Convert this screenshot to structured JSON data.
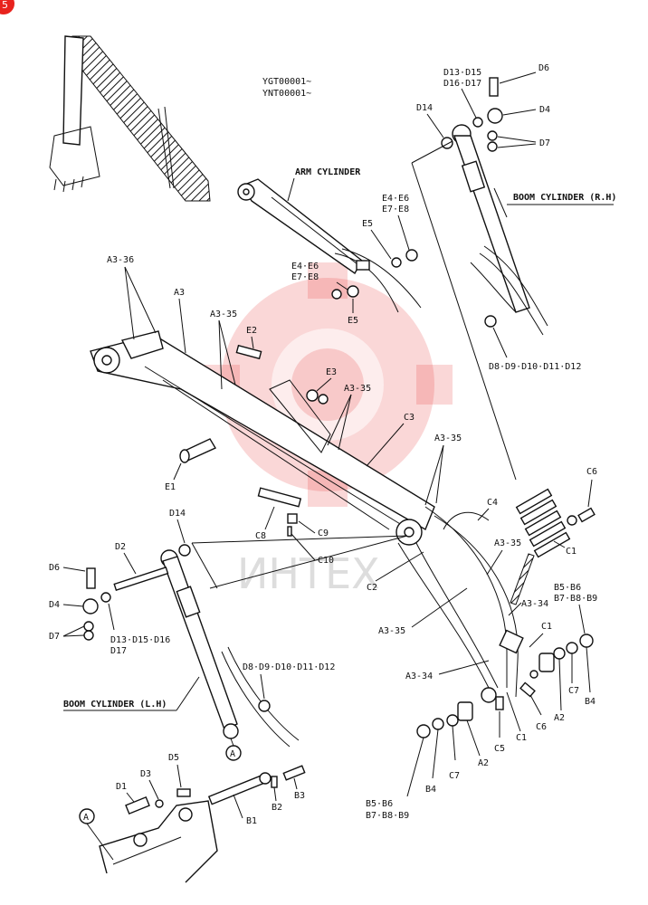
{
  "header": {
    "serial_1": "YGT00001~",
    "serial_2": "YNT00001~"
  },
  "titles": {
    "arm_cylinder": "ARM CYLINDER",
    "boom_cylinder_rh": "BOOM CYLINDER (R.H)",
    "boom_cylinder_lh": "BOOM CYLINDER (L.H)"
  },
  "watermark": {
    "text": "ИНТЕХ",
    "color": "#e84a4a"
  },
  "callouts": {
    "a3_36": "A3-36",
    "a3": "A3",
    "a3_35_top": "A3-35",
    "e2": "E2",
    "e3": "E3",
    "a3_35_mid": "A3-35",
    "c3": "C3",
    "a3_35_right": "A3-35",
    "e1": "E1",
    "c8": "C8",
    "c9": "C9",
    "c10": "C10",
    "c4": "C4",
    "c6_top": "C6",
    "c1_top": "C1",
    "a3_35_r2": "A3-35",
    "c2": "C2",
    "a3_34_top": "A3-34",
    "c1_mid": "C1",
    "b5b6_top": "B5·B6",
    "b7b9_top": "B7·B8·B9",
    "a3_35_bot": "A3-35",
    "a3_34_bot": "A3-34",
    "c7_right": "C7",
    "a2_right": "A2",
    "b4_right": "B4",
    "c6_bot": "C6",
    "c1_bot": "C1",
    "c5": "C5",
    "a2_bot": "A2",
    "c7_bot": "C7",
    "b4_bot": "B4",
    "b5b6_bot": "B5·B6",
    "b7b9_bot": "B7·B8·B9",
    "e4e6_a": "E4·E6",
    "e7e8_a": "E7·E8",
    "e5_a": "E5",
    "e4e6_b": "E4·E6",
    "e7e8_b": "E7·E8",
    "e5_b": "E5",
    "d13d15_top": "D13·D15",
    "d16d17_top": "D16·D17",
    "d6_top": "D6",
    "d14_top": "D14",
    "d4_top": "D4",
    "d7_top": "D7",
    "d8d12_top": "D8·D9·D10·D11·D12",
    "d14_left": "D14",
    "d2": "D2",
    "d6_left": "D6",
    "d4_left": "D4",
    "d7_left": "D7",
    "d13d16_left": "D13·D15·D16",
    "d17_left": "D17",
    "d8d12_left": "D8·D9·D10·D11·D12",
    "circle_a_1": "A",
    "circle_a_2": "A",
    "d5": "D5",
    "d3": "D3",
    "d1": "D1",
    "b1": "B1",
    "b2": "B2",
    "b3": "B3"
  },
  "badge": {
    "text": "5"
  }
}
